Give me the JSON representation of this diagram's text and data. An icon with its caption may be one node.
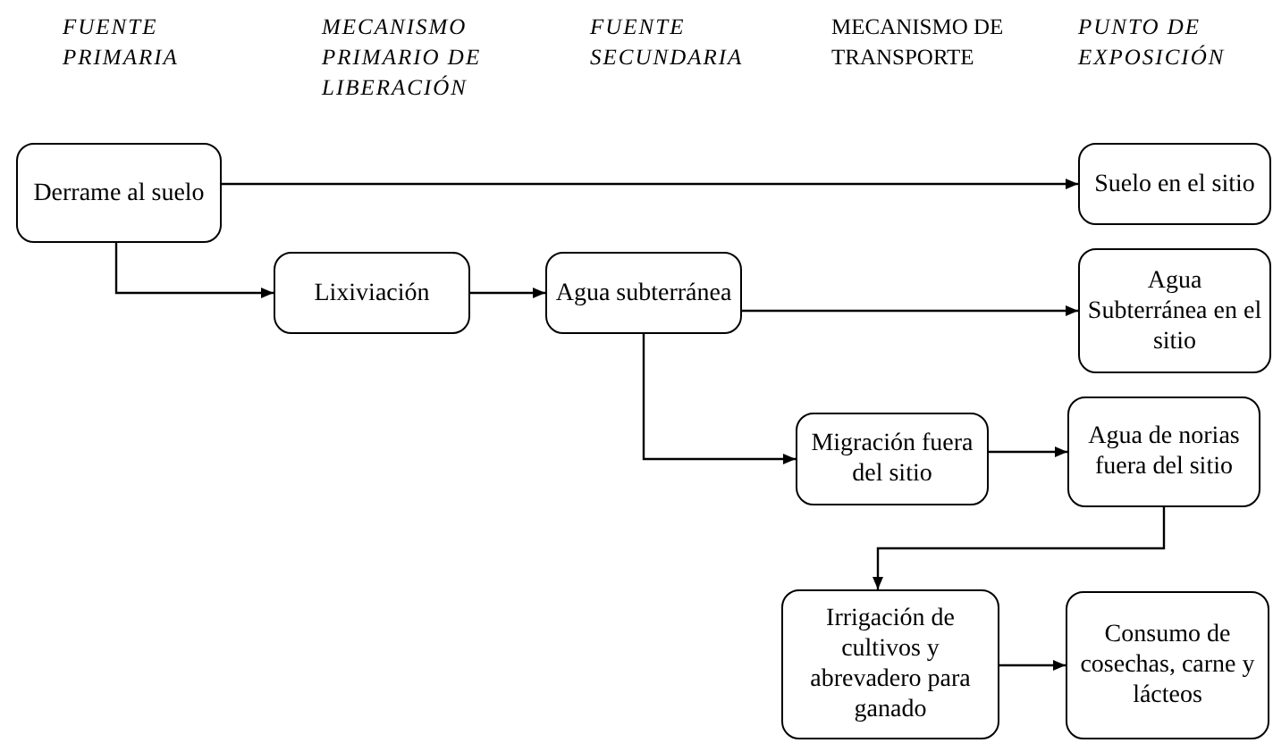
{
  "diagram": {
    "nodes": [
      {
        "text": [
          "Derrame al suelo"
        ]
      },
      {
        "text": [
          "Suelo en el sitio"
        ]
      },
      {
        "text": [
          "Lixiviación"
        ]
      },
      {
        "text": [
          "Agua subterránea"
        ]
      },
      {
        "text": [
          "Agua Subterránea en el sitio"
        ]
      },
      {
        "text": [
          "Migración fuera del sitio"
        ]
      },
      {
        "text": [
          "Agua de norias fuera del sitio"
        ]
      },
      {
        "text": [
          "Irrigación de cultivos y abrevadero para ganado"
        ]
      },
      {
        "text": [
          "Consumo de cosechas, carne y lácteos"
        ]
      }
    ],
    "edges": [
      {
        "from": 0,
        "to": 1,
        "arrow": "to"
      },
      {
        "from": 0,
        "to": 2,
        "arrow": "to"
      },
      {
        "from": 2,
        "to": 3,
        "arrow": "to"
      },
      {
        "from": 3,
        "to": 4,
        "arrow": "to"
      },
      {
        "from": 3,
        "to": 5,
        "arrow": "to"
      },
      {
        "from": 5,
        "to": 6,
        "arrow": "to"
      },
      {
        "from": 6,
        "to": 7,
        "arrow": "to"
      },
      {
        "from": 7,
        "to": 8,
        "arrow": "to"
      }
    ],
    "labels": [
      "FUENTE PRIMARIA",
      "MECANISMO PRIMARIO DE LIBERACIÓN",
      "FUENTE SECUNDARIA",
      "MECANISMO DE TRANSPORTE",
      "PUNTO DE EXPOSICIÓN"
    ]
  }
}
